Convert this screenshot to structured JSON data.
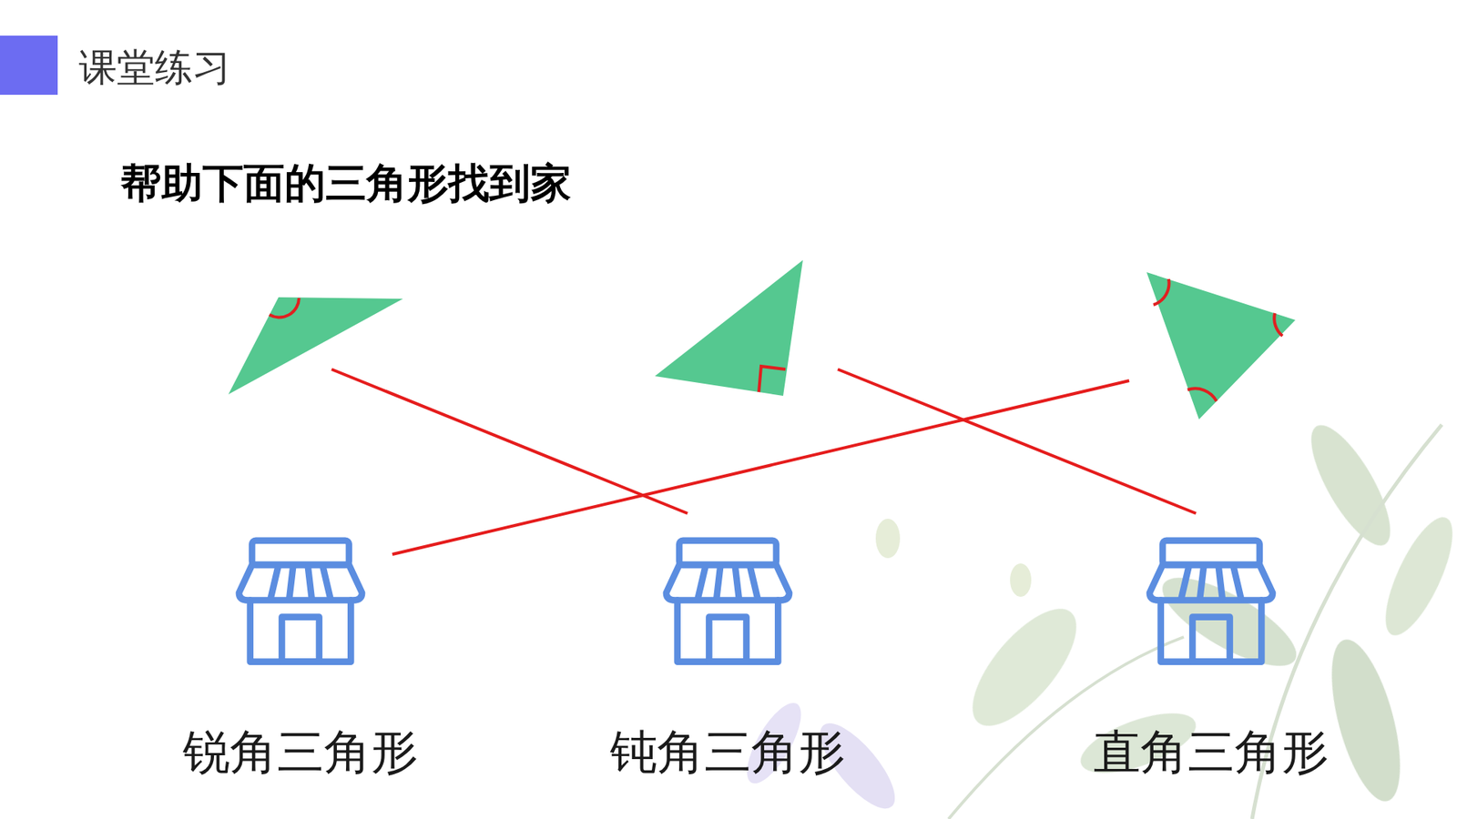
{
  "diagram": {
    "title": "帮助下面的三角形找到家",
    "nodes": [
      {
        "text": [
          "锐角三角形"
        ]
      },
      {
        "text": [
          "钝角三角形"
        ]
      },
      {
        "text": [
          "直角三角形"
        ]
      }
    ],
    "labels": [
      "课堂练习"
    ]
  }
}
